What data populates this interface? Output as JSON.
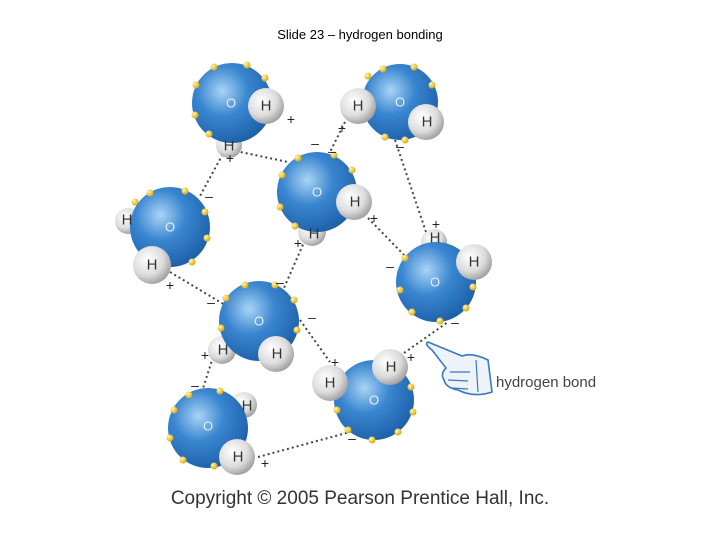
{
  "slide": {
    "title": "Slide 23 – hydrogen bonding"
  },
  "diagram": {
    "oxygen_label": "O",
    "hydrogen_label": "H",
    "plus": "+",
    "minus": "–",
    "bond_label": "hydrogen bond",
    "copyright": "Copyright © 2005 Pearson Prentice Hall, Inc."
  },
  "colors": {
    "oxygen": "#3a86d0",
    "hydrogen": "#e8e8e8",
    "lone_pair": "#f0c832",
    "bond_line": "#444444"
  }
}
